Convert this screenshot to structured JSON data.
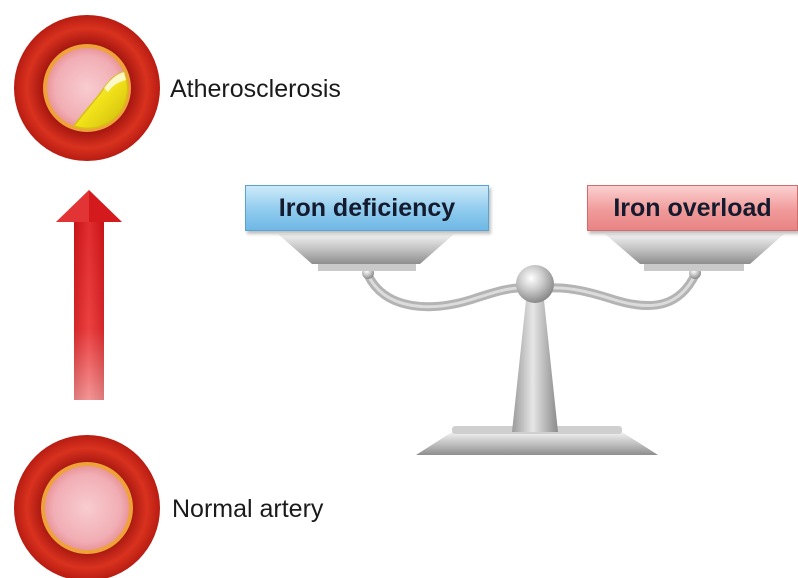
{
  "labels": {
    "atherosclerosis": "Atherosclerosis",
    "normal_artery": "Normal artery"
  },
  "scale": {
    "left_pan_label": "Iron deficiency",
    "right_pan_label": "Iron overload"
  },
  "colors": {
    "artery_wall": "#c8261c",
    "artery_lumen": "#f3b3b8",
    "plaque": "#f2e21a",
    "arrow": "#e02020",
    "iron_deficiency": "#8fcbee",
    "iron_overload": "#f19a9a",
    "scale_metal": "#a9a9a9"
  }
}
